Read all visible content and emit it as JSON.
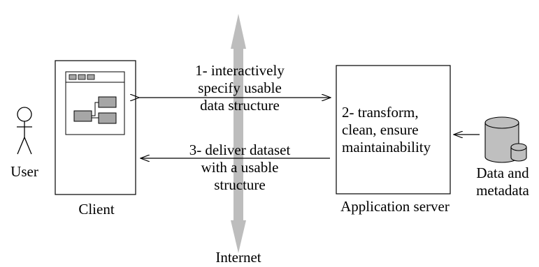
{
  "nodes": {
    "user": {
      "label": "User"
    },
    "client": {
      "label": "Client"
    },
    "app_server": {
      "label": "Application server"
    },
    "data_store": {
      "label_line1": "Data and",
      "label_line2": "metadata"
    },
    "internet": {
      "label": "Internet"
    }
  },
  "steps": {
    "step1": {
      "line1": "1- interactively",
      "line2": "specify usable",
      "line3": "data structure"
    },
    "step2": {
      "line1": "2- transform,",
      "line2": "clean, ensure",
      "line3": "maintainability"
    },
    "step3": {
      "line1": "3- deliver dataset",
      "line2": "with a usable",
      "line3": "structure"
    }
  },
  "colors": {
    "line": "#000000",
    "internet_arrow": "#bdbdbd",
    "db_fill": "#bfbfbf",
    "app_icon_fill": "#a6a6a6"
  }
}
